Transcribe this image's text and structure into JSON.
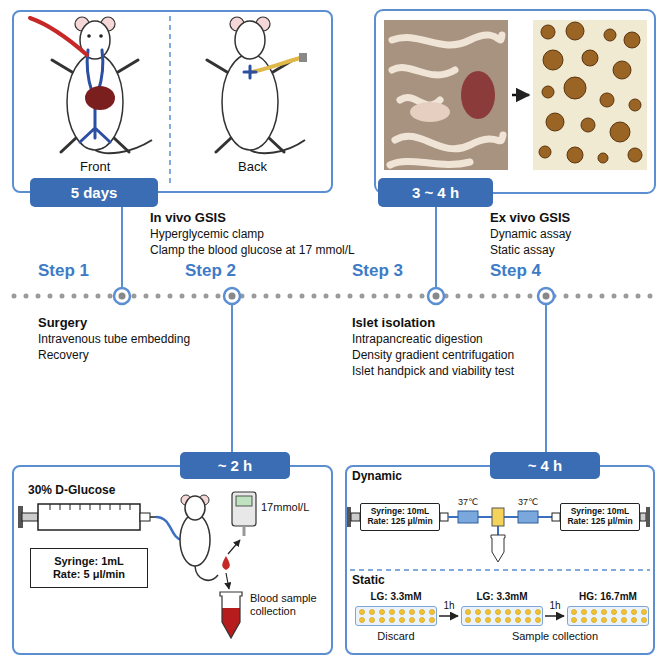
{
  "diagram": {
    "nodes": [
      {
        "text": [
          "Front",
          "Back"
        ]
      },
      {
        "text": [
          "5 days"
        ]
      },
      {
        "text": [
          "3 ~ 4 h"
        ]
      },
      {
        "text": [
          "~ 2 h"
        ]
      },
      {
        "text": [
          "~ 4 h"
        ]
      },
      {
        "text": [
          "30% D-Glucose",
          "17mmol/L",
          "Blood sample collection"
        ]
      },
      {
        "text": [
          "Syringe: 1mL",
          "Rate: 5 μl/min"
        ],
        "in": 5
      },
      {
        "text": [
          "Dynamic",
          "37℃",
          "37℃",
          "Static",
          "1h",
          "1h",
          "Discard",
          "Sample collection"
        ]
      },
      {
        "text": [
          "Syringe: 10mL",
          "Rate: 125 μl/min"
        ],
        "in": 7
      },
      {
        "text": [
          "Syringe: 10mL",
          "Rate: 125 μl/min"
        ],
        "in": 7
      },
      {
        "text": [
          "LG: 3.3mM"
        ],
        "in": 7
      },
      {
        "text": [
          "LG: 3.3mM"
        ],
        "in": 7
      },
      {
        "text": [
          "HG: 16.7mM"
        ],
        "in": 7
      }
    ],
    "labels": [
      "In vivo GSIS",
      "Hyperglycemic clamp",
      "Clamp the blood glucose at 17 mmol/L",
      "Ex vivo GSIS",
      "Dynamic assay",
      "Static assay",
      "Step 1",
      "Step 2",
      "Step 3",
      "Step 4",
      "Surgery",
      "Intravenous tube embedding",
      "Recovery",
      "Islet isolation",
      "Intrapancreatic digestion",
      "Density gradient centrifugation",
      "Islet handpick and viability test"
    ]
  }
}
